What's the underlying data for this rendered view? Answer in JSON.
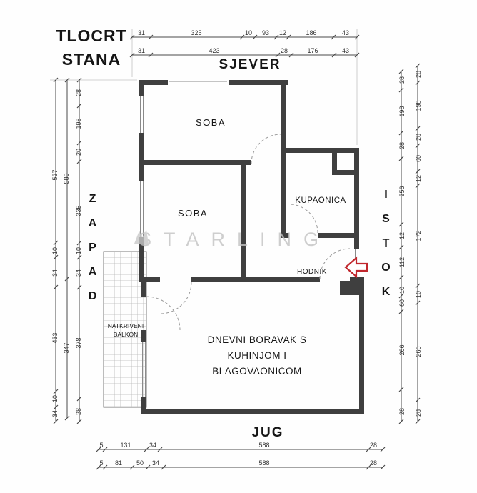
{
  "title": {
    "line1": "TLOCRT",
    "line2": "STANA"
  },
  "compass": {
    "north": "SJEVER",
    "south": "JUG",
    "west": "ZAPAD",
    "east": "ISTOK"
  },
  "rooms": {
    "soba_top": "SOBA",
    "soba_mid": "SOBA",
    "bathroom": "KUPAONICA",
    "hallway": "HODNIK",
    "living1": "DNEVNI BORAVAK S",
    "living2": "KUHINJOM I",
    "living3": "BLAGOVAONICOM",
    "balcony1": "NATKRIVENI",
    "balcony2": "BALKON"
  },
  "watermark": {
    "text": "STARLING"
  },
  "dims": {
    "top1": [
      "31",
      "325",
      "10",
      "93",
      "12",
      "186",
      "43"
    ],
    "top2": [
      "31",
      "423",
      "28",
      "176",
      "43"
    ],
    "left_outer": [
      "527",
      "10",
      "34",
      "433",
      "10",
      "34"
    ],
    "left_mid": [
      "580",
      "347"
    ],
    "left_inner": [
      "28",
      "198",
      "20",
      "335",
      "10",
      "34",
      "378",
      "28"
    ],
    "right_inner": [
      "28",
      "198",
      "28",
      "256",
      "12",
      "112",
      "10",
      "60",
      "266",
      "28"
    ],
    "right_outer": [
      "28",
      "198",
      "28",
      "60",
      "12",
      "172",
      "10",
      "266",
      "28"
    ],
    "bottom1": [
      "5",
      "131",
      "34",
      "588",
      "28"
    ],
    "bottom2": [
      "5",
      "81",
      "50",
      "34",
      "588",
      "28"
    ]
  },
  "colors": {
    "wall": "#3f3f3f",
    "dim": "#4a4a4a",
    "arrow": "#c1272d",
    "watermark": "#c3c3c3",
    "text": "#151515"
  }
}
